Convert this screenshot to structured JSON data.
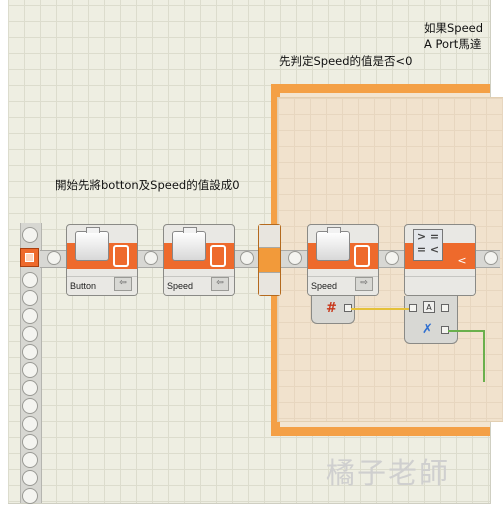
{
  "notes": {
    "top_right_line1": "如果Speed",
    "top_right_line2": "A Port馬達",
    "check_speed": "先判定Speed的值是否<0",
    "init_values": "開始先將botton及Speed的值設成0"
  },
  "blocks": [
    {
      "label": "Button",
      "type": "variable",
      "mode_icon": "write"
    },
    {
      "label": "Speed",
      "type": "variable",
      "mode_icon": "write"
    },
    {
      "label": "Speed",
      "type": "variable",
      "mode_icon": "read"
    },
    {
      "label": "",
      "type": "compare",
      "operator_icon": "less-than"
    }
  ],
  "compare_symbols": {
    "top": "> =",
    "bottom": "= <"
  },
  "hub_glyphs": {
    "number": "#",
    "port_a": "A",
    "logic": "✗"
  },
  "watermark": "橘子老師",
  "colors": {
    "canvas": "#eeeee2",
    "block_orange": "#ee6a2c",
    "switch_frame": "#f4a046",
    "switch_fill": "#f3e5d1",
    "number_wire": "#e5c13a",
    "logic_wire": "#6ab04c"
  }
}
